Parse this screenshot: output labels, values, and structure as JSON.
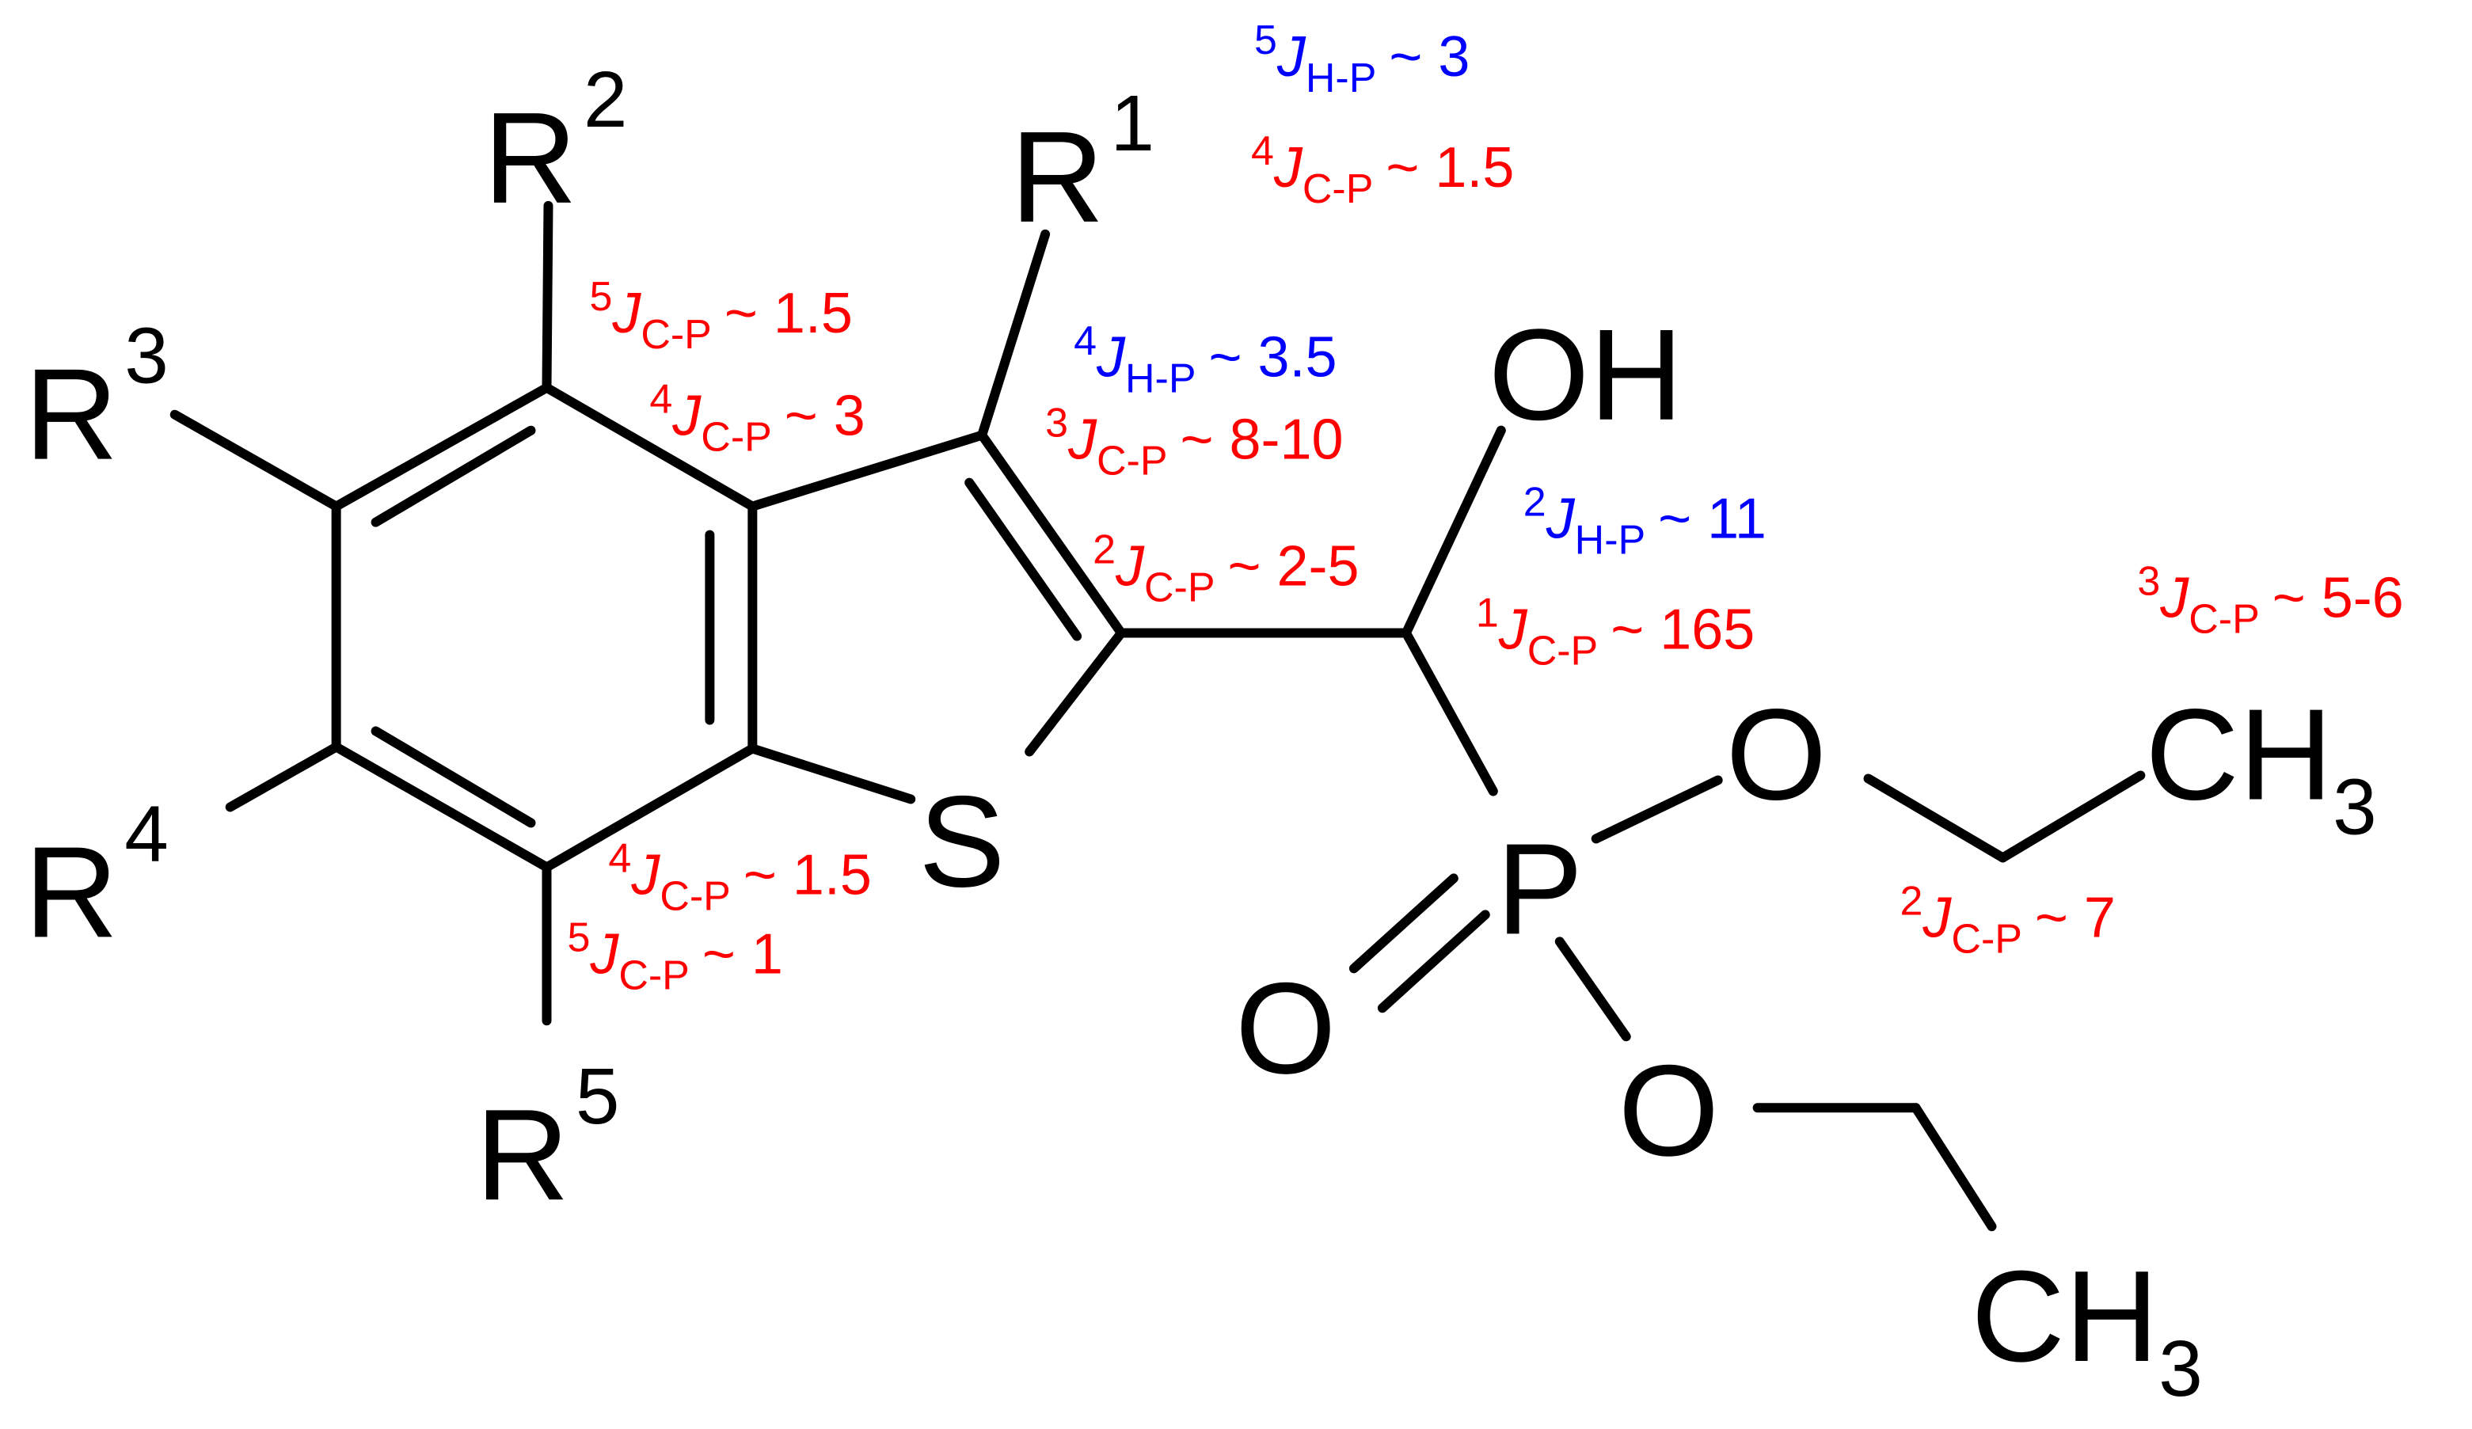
{
  "diagram": {
    "title": "Benzothiophene hydroxymethylphosphonate with C-P and H-P coupling constants",
    "colors": {
      "bond": "#000000",
      "carbon_phosphorus_coupling": "#ff0000",
      "hydrogen_phosphorus_coupling": "#0000ff",
      "background": "#ffffff"
    },
    "atoms": {
      "r1": {
        "symbol": "R",
        "superscript": "1"
      },
      "r2": {
        "symbol": "R",
        "superscript": "2"
      },
      "r3": {
        "symbol": "R",
        "superscript": "3"
      },
      "r4": {
        "symbol": "R",
        "superscript": "4"
      },
      "r5": {
        "symbol": "R",
        "superscript": "5"
      },
      "sulfur": {
        "symbol": "S"
      },
      "hydroxyl": {
        "symbol": "OH"
      },
      "phosphorus": {
        "symbol": "P"
      },
      "oxo_oxygen": {
        "symbol": "O"
      },
      "ester_oxygen_1": {
        "symbol": "O"
      },
      "ester_oxygen_2": {
        "symbol": "O"
      },
      "methyl_1": {
        "symbol": "CH",
        "subscript": "3"
      },
      "methyl_2": {
        "symbol": "CH",
        "subscript": "3"
      }
    },
    "couplings": [
      {
        "id": "jhp5_top",
        "type": "H-P",
        "order": "5",
        "J": "J",
        "sub": "H-P",
        "value": "~ 3",
        "color": "blue"
      },
      {
        "id": "jcp4_top",
        "type": "C-P",
        "order": "4",
        "J": "J",
        "sub": "C-P",
        "value": "~ 1.5",
        "color": "red"
      },
      {
        "id": "jcp5_c4",
        "type": "C-P",
        "order": "5",
        "J": "J",
        "sub": "C-P",
        "value": "~ 1.5",
        "color": "red"
      },
      {
        "id": "jcp4_c3a",
        "type": "C-P",
        "order": "4",
        "J": "J",
        "sub": "C-P",
        "value": "~ 3",
        "color": "red"
      },
      {
        "id": "jhp4_r1",
        "type": "H-P",
        "order": "4",
        "J": "J",
        "sub": "H-P",
        "value": "~ 3.5",
        "color": "blue"
      },
      {
        "id": "jcp3_c3",
        "type": "C-P",
        "order": "3",
        "J": "J",
        "sub": "C-P",
        "value": "~ 8-10",
        "color": "red"
      },
      {
        "id": "jcp2_c2",
        "type": "C-P",
        "order": "2",
        "J": "J",
        "sub": "C-P",
        "value": "~ 2-5",
        "color": "red"
      },
      {
        "id": "jhp2_ch",
        "type": "H-P",
        "order": "2",
        "J": "J",
        "sub": "H-P",
        "value": "~ 11",
        "color": "blue"
      },
      {
        "id": "jcp1_ch",
        "type": "C-P",
        "order": "1",
        "J": "J",
        "sub": "C-P",
        "value": "~ 165",
        "color": "red"
      },
      {
        "id": "jcp3_ch3",
        "type": "C-P",
        "order": "3",
        "J": "J",
        "sub": "C-P",
        "value": "~ 5-6",
        "color": "red"
      },
      {
        "id": "jcp2_ch2",
        "type": "C-P",
        "order": "2",
        "J": "J",
        "sub": "C-P",
        "value": "~ 7",
        "color": "red"
      },
      {
        "id": "jcp4_c7a",
        "type": "C-P",
        "order": "4",
        "J": "J",
        "sub": "C-P",
        "value": "~ 1.5",
        "color": "red"
      },
      {
        "id": "jcp5_c7",
        "type": "C-P",
        "order": "5",
        "J": "J",
        "sub": "C-P",
        "value": "~ 1",
        "color": "red"
      }
    ]
  }
}
